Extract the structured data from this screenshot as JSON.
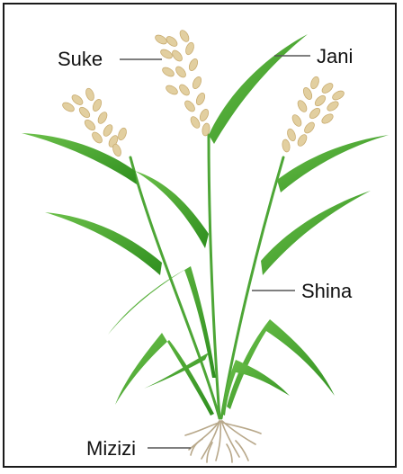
{
  "labels": {
    "head": "Suke",
    "leaf": "Jani",
    "stem": "Shina",
    "roots": "Mizizi"
  },
  "colors": {
    "border": "#1a1a1a",
    "leaf_dark": "#2f8f1f",
    "leaf_light": "#6cc04a",
    "grain": "#e2cfa0",
    "grain_shade": "#c9ad72",
    "root": "#b8a88a",
    "pointer_line": "#555555"
  }
}
